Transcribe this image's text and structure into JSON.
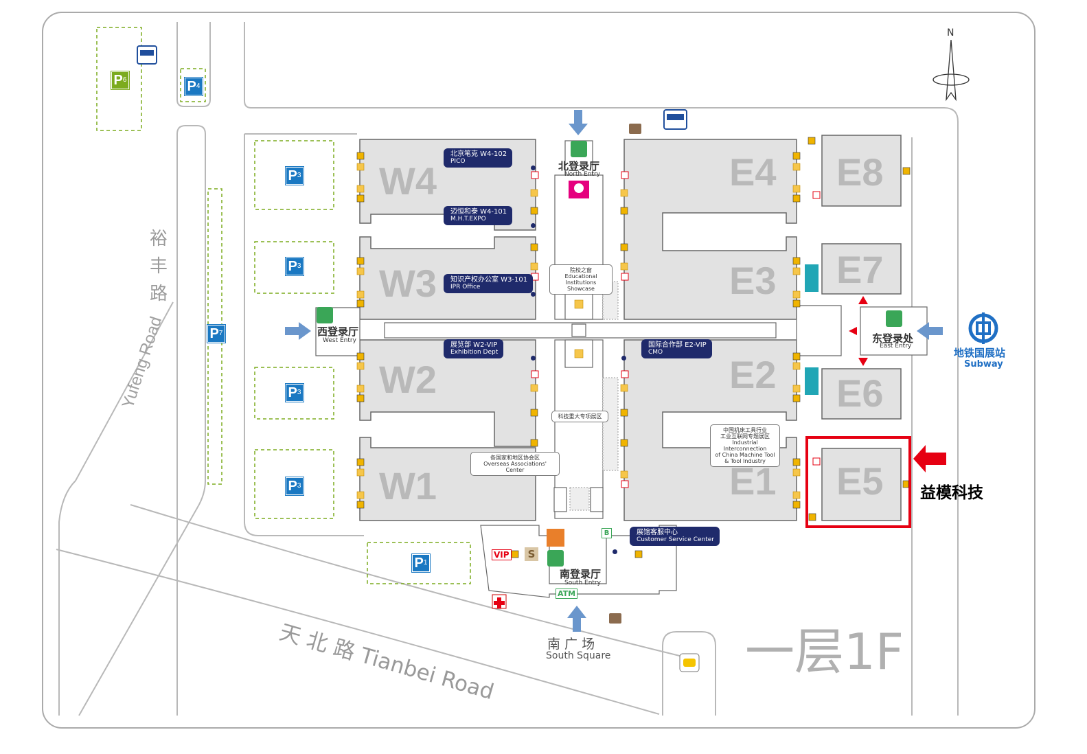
{
  "floor_label": "一层1F",
  "compass": "N",
  "highlight": {
    "hall": "E5",
    "company": "益模科技",
    "color": "#e60012"
  },
  "halls": [
    "W4",
    "W3",
    "W2",
    "W1",
    "E4",
    "E3",
    "E2",
    "E1",
    "E8",
    "E7",
    "E6",
    "E5"
  ],
  "entries": {
    "north": {
      "zh": "北登录厅",
      "en": "North Entry"
    },
    "west": {
      "zh": "西登录厅",
      "en": "West Entry"
    },
    "east": {
      "zh": "东登录处",
      "en": "East Entry"
    },
    "south": {
      "zh": "南登录厅",
      "en": "South Entry"
    }
  },
  "subway": {
    "zh": "地铁国展站",
    "en": "Subway"
  },
  "south_square": {
    "zh": "南 广 场",
    "en": "South Square"
  },
  "roads": {
    "yufeng_zh": "裕 丰 路",
    "yufeng_en": "Yufeng Road",
    "tianbei": "天 北 路 Tianbei Road"
  },
  "callouts": [
    {
      "zh": "北京笔克 W4-102",
      "en": "PICO"
    },
    {
      "zh": "迈恒和泰 W4-101",
      "en": "M.H.T.EXPO"
    },
    {
      "zh": "知识产权办公室 W3-101",
      "en": "IPR Office"
    },
    {
      "zh": "展览部 W2-VIP",
      "en": "Exhibition Dept"
    },
    {
      "zh": "国际合作部 E2-VIP",
      "en": "CMO"
    },
    {
      "zh": "展馆客服中心",
      "en": "Customer Service Center"
    }
  ],
  "notes": {
    "edu": [
      "院校之窗",
      "Educational Institutions",
      "Showcase"
    ],
    "tech": [
      "科技重大专项展区"
    ],
    "overseas": [
      "各国家和地区协会区",
      "Overseas Associations' Center"
    ],
    "industrial": [
      "中国机床工具行业",
      "工业互联网专题展区",
      "Industrial Interconnection",
      "of China Machine Tool",
      "& Tool Industry"
    ]
  },
  "parking": [
    {
      "num": "6",
      "color": "#7cab1e"
    },
    {
      "num": "4",
      "color": "#1a78c2"
    },
    {
      "num": "3",
      "color": "#1a78c2"
    },
    {
      "num": "3",
      "color": "#1a78c2"
    },
    {
      "num": "3",
      "color": "#1a78c2"
    },
    {
      "num": "3",
      "color": "#1a78c2"
    },
    {
      "num": "7",
      "color": "#1a78c2"
    },
    {
      "num": "1",
      "color": "#1a78c2"
    }
  ],
  "icons": {
    "vip": "VIP",
    "atm": "ATM",
    "s": "S",
    "b": "B",
    "p": "P"
  },
  "colors": {
    "hall_fill": "#e2e2e2",
    "hall_stroke": "#666666",
    "callout_bg": "#1f2a6b",
    "arrow_blue": "#6a96cc",
    "entry_green": "#3aa657",
    "road_stroke": "#b8b8b8",
    "dashed_green": "#7cab1e"
  }
}
